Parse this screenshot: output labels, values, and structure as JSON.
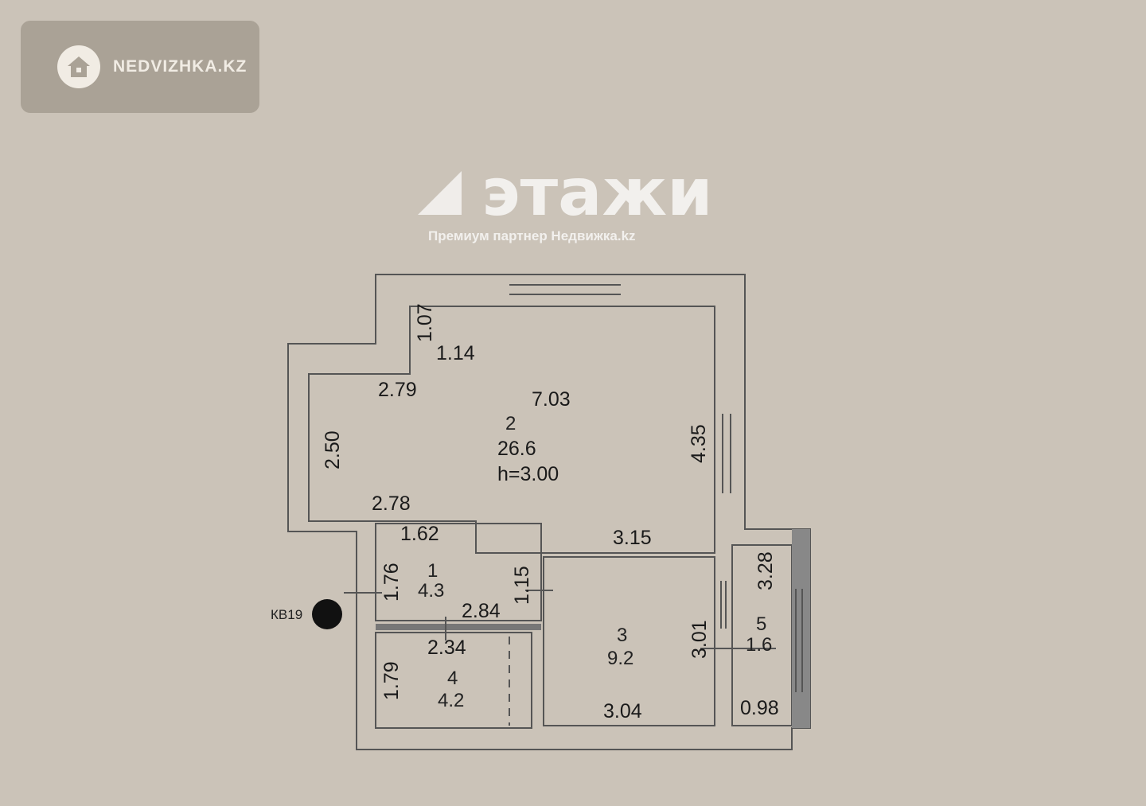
{
  "logo": {
    "text": "NEDVIZHKA.KZ",
    "icon": "house-icon"
  },
  "watermark": {
    "brand": "этажи",
    "subtitle": "Премиум партнер Недвижка.kz"
  },
  "plan": {
    "marker": "КВ19",
    "rooms": [
      {
        "number": "2",
        "area": "26.6",
        "height": "h=3.00"
      },
      {
        "number": "1",
        "area": "4.3"
      },
      {
        "number": "3",
        "area": "9.2"
      },
      {
        "number": "4",
        "area": "4.2"
      },
      {
        "number": "5",
        "area": "1.6"
      }
    ],
    "dimensions": {
      "d107": "1.07",
      "d114": "1.14",
      "d279": "2.79",
      "d703": "7.03",
      "d250": "2.50",
      "d435": "4.35",
      "d278": "2.78",
      "d162": "1.62",
      "d315": "3.15",
      "d176": "1.76",
      "d115": "1.15",
      "d284": "2.84",
      "d234": "2.34",
      "d179": "1.79",
      "d301": "3.01",
      "d328": "3.28",
      "d304": "3.04",
      "d098": "0.98"
    }
  }
}
